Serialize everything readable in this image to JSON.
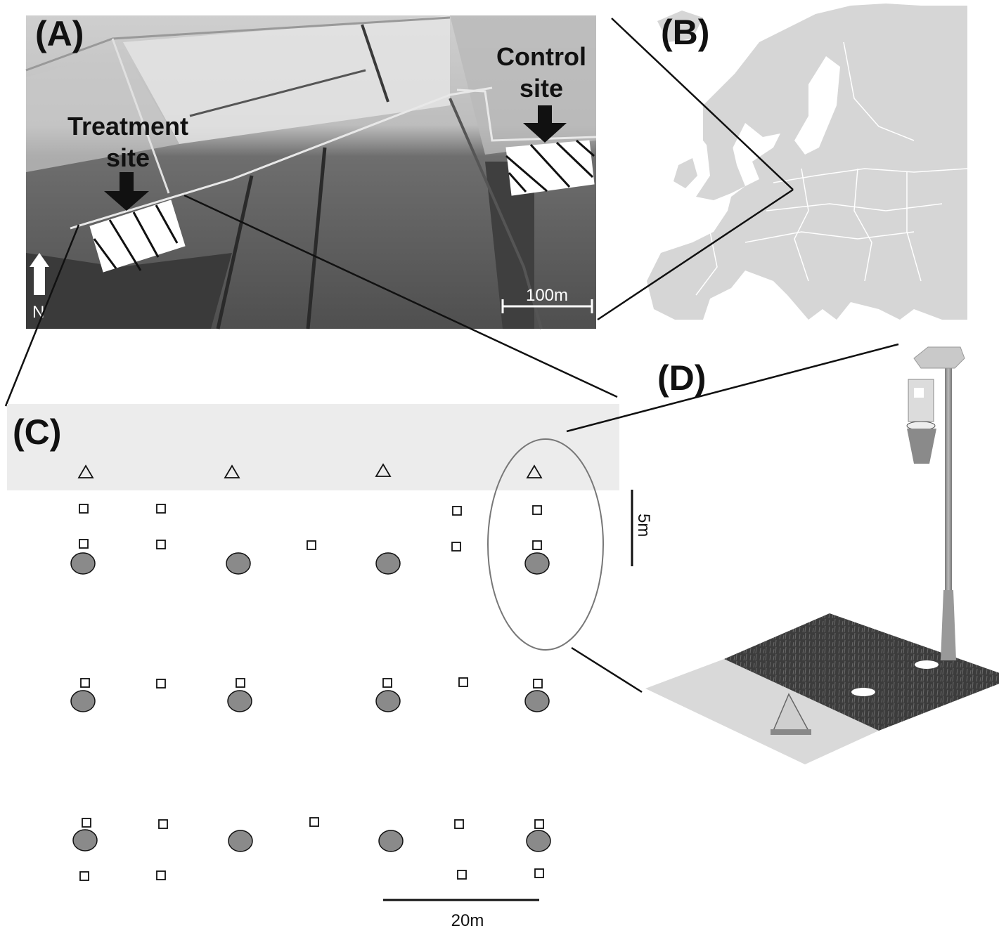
{
  "panels": {
    "a_label": "(A)",
    "b_label": "(B)",
    "c_label": "(C)",
    "d_label": "(D)"
  },
  "panel_a": {
    "control_site_line1": "Control",
    "control_site_line2": "site",
    "treatment_site_line1": "Treatment",
    "treatment_site_line2": "site",
    "north": "N",
    "scale": "100m"
  },
  "panel_c": {
    "scale_horizontal": "20m",
    "scale_vertical": "5m"
  },
  "colors": {
    "grassland_strip": "#ececec",
    "trap_fill": "#8a8a8a",
    "map_land": "#d6d6d6",
    "aerial_light": "#cfcfcf",
    "aerial_dark": "#5e5e5e",
    "field_dark": "#404040",
    "field_light": "#d9d9d9"
  }
}
